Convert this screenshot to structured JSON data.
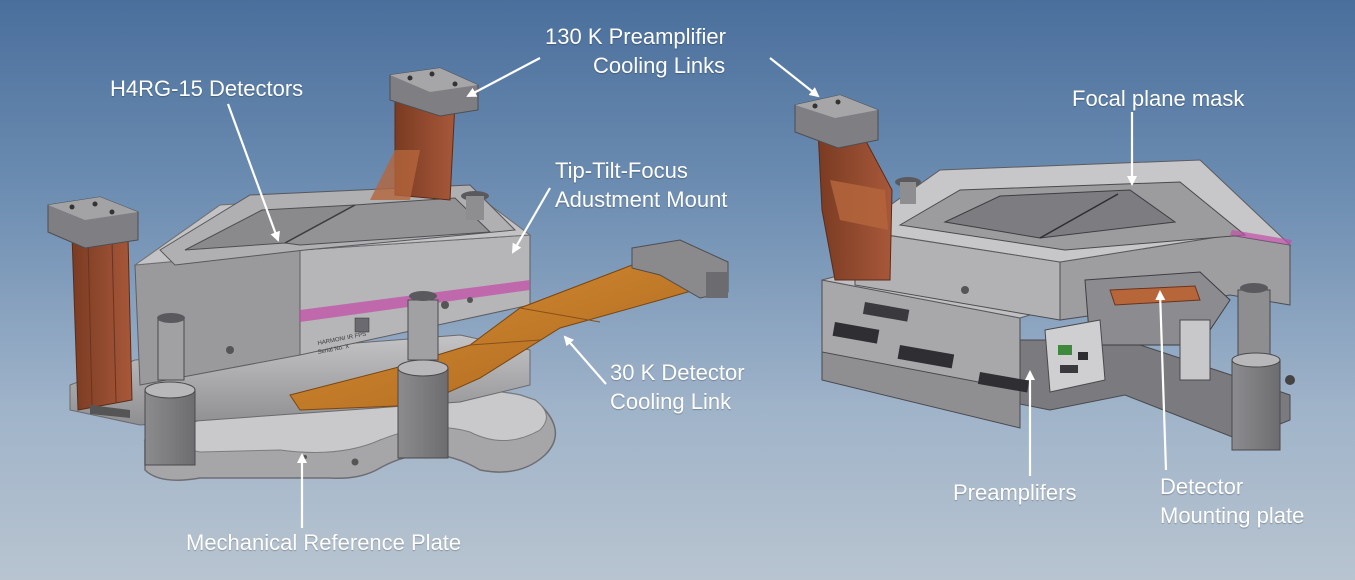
{
  "labels": {
    "preamp_cooling": [
      "130 K Preamplifier",
      "Cooling Links"
    ],
    "h4rg": "H4RG-15 Detectors",
    "focal_mask": "Focal plane mask",
    "tip_tilt": [
      "Tip-Tilt-Focus",
      "Adustment Mount"
    ],
    "detector_cooling": [
      "30 K Detector",
      "Cooling Link"
    ],
    "reference_plate": "Mechanical Reference Plate",
    "preamplifiers": "Preamplifers",
    "detector_mounting": [
      "Detector",
      "Mounting plate"
    ]
  },
  "engraving": {
    "line1": "HARMONI IR FPS",
    "line2": "Serial No. X"
  },
  "colors": {
    "background_top": "#4a6f9c",
    "background_bottom": "#b8c4d0",
    "label_text": "#ffffff",
    "metal": "#a9a9ab",
    "flex_cable": "#c7802a",
    "copper_link": "#8c4a2a"
  }
}
